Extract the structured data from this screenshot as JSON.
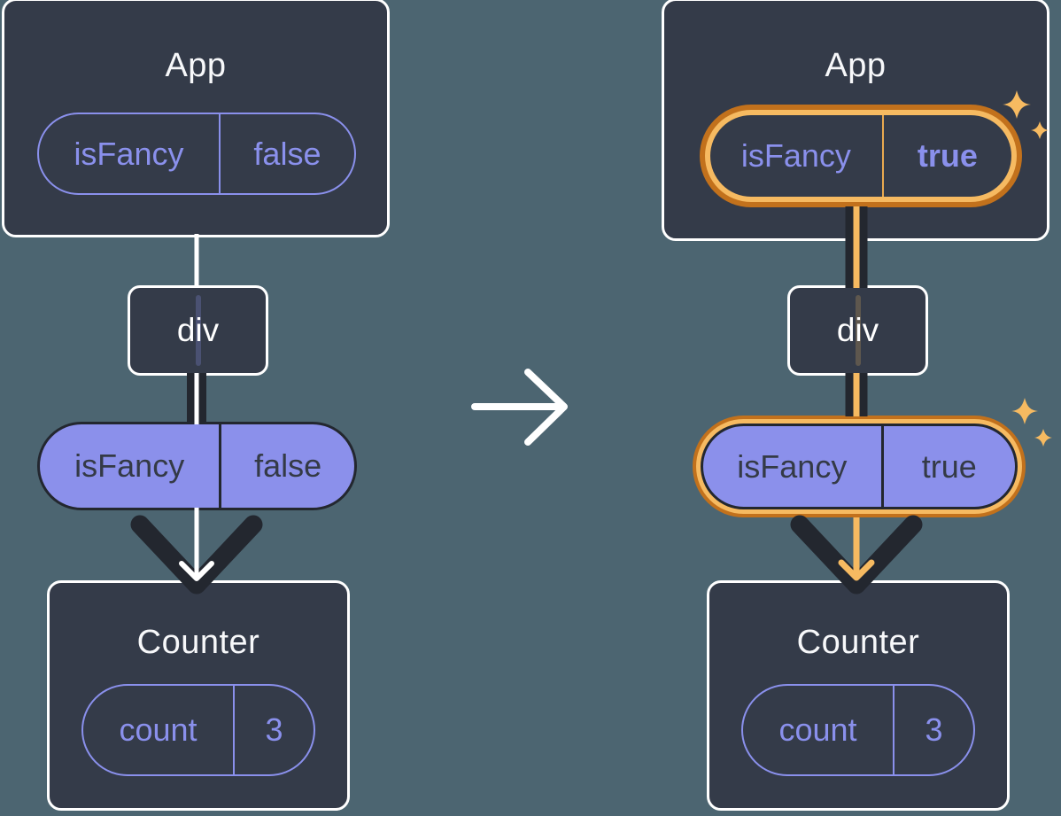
{
  "diagram": {
    "before": {
      "app": {
        "title": "App",
        "prop_name": "isFancy",
        "prop_value": "false"
      },
      "div_node": {
        "label": "div"
      },
      "passed_prop": {
        "name": "isFancy",
        "value": "false"
      },
      "counter": {
        "title": "Counter",
        "state_name": "count",
        "state_value": "3"
      }
    },
    "after": {
      "app": {
        "title": "App",
        "prop_name": "isFancy",
        "prop_value": "true"
      },
      "div_node": {
        "label": "div"
      },
      "passed_prop": {
        "name": "isFancy",
        "value": "true"
      },
      "counter": {
        "title": "Counter",
        "state_name": "count",
        "state_value": "3"
      }
    },
    "colors": {
      "background": "#4C6571",
      "card_background": "#343B49",
      "card_border": "#FFFFFF",
      "purple": "#8A90EC",
      "purple_pill_fill": "#8B90EB",
      "dark_outline": "#23272F",
      "dark_pill_text": "#343A46",
      "highlight_orange_light": "#F6BA61",
      "highlight_orange_dark": "#C2711C",
      "connector_white": "#FFFFFF"
    }
  }
}
